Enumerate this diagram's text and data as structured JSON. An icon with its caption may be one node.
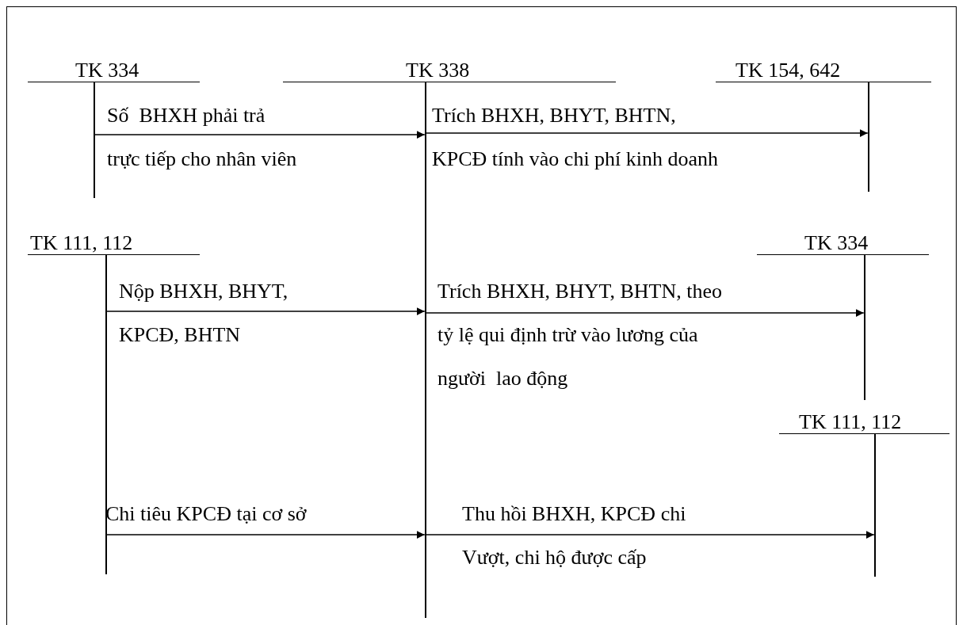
{
  "diagram": {
    "nodes": [
      {
        "text": [
          "TK 334"
        ]
      },
      {
        "text": [
          "TK 338"
        ]
      },
      {
        "text": [
          "TK 154, 642"
        ]
      },
      {
        "text": [
          "TK 111, 112"
        ]
      },
      {
        "text": [
          "TK 334"
        ]
      },
      {
        "text": [
          "TK 111, 112"
        ]
      }
    ],
    "edges": [
      {
        "from": 0,
        "to": 1,
        "arrow": "to",
        "label": "Số  BHXH phải trả trực tiếp cho nhân viên"
      },
      {
        "from": 1,
        "to": 2,
        "arrow": "to",
        "label": "Trích BHXH, BHYT, BHTN, KPCĐ tính vào chi phí kinh doanh"
      },
      {
        "from": 3,
        "to": 1,
        "arrow": "to",
        "label": "Nộp BHXH, BHYT, KPCĐ, BHTN"
      },
      {
        "from": 1,
        "to": 4,
        "arrow": "to",
        "label": "Trích BHXH, BHYT, BHTN, theo tỷ lệ qui định trừ vào lương của người  lao động"
      },
      {
        "from": 3,
        "to": 1,
        "arrow": "to",
        "label": "Chi tiêu KPCĐ tại cơ sở"
      },
      {
        "from": 1,
        "to": 5,
        "arrow": "to",
        "label": "Thu hồi BHXH, KPCĐ chi Vượt, chi hộ được cấp"
      }
    ]
  }
}
